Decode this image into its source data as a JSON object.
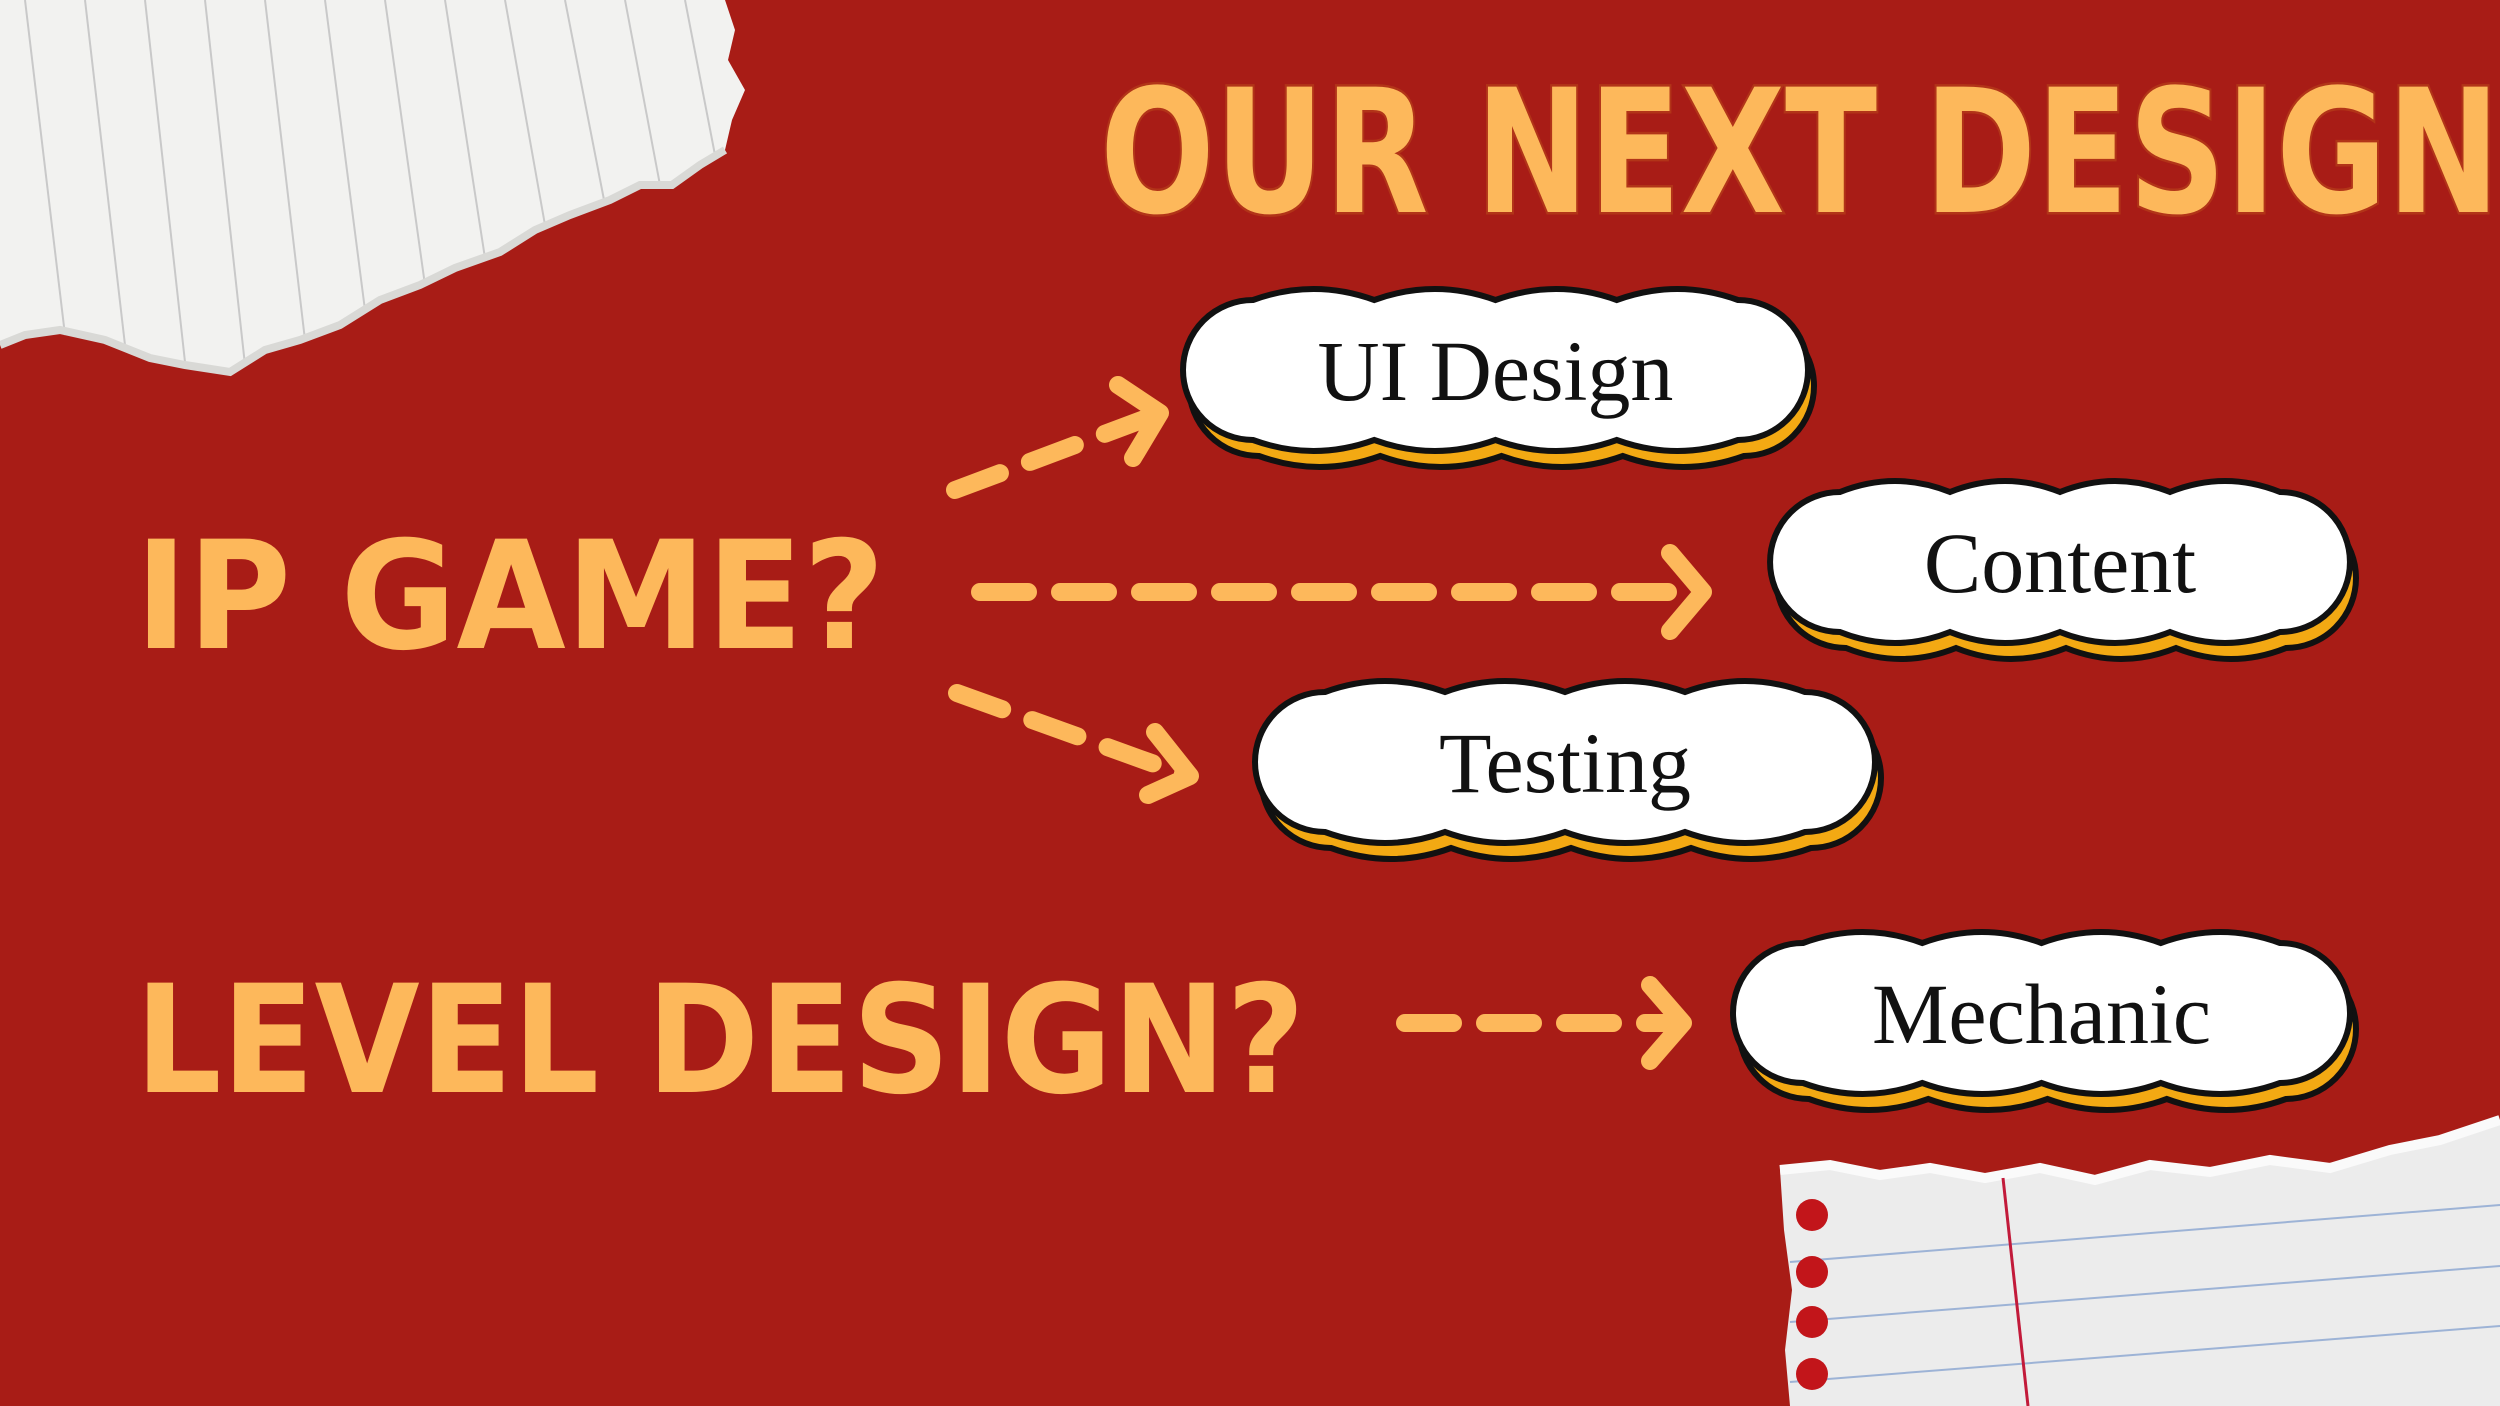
{
  "title": "OUR NEXT DESIGN",
  "questions": [
    {
      "text": "IP GAME?"
    },
    {
      "text": "LEVEL DESIGN?"
    }
  ],
  "bubbles": [
    {
      "label": "UI Design"
    },
    {
      "label": "Content"
    },
    {
      "label": "Testing"
    },
    {
      "label": "Mechanic"
    }
  ],
  "colors": {
    "background": "#a81c16",
    "accent": "#fdb85b",
    "title_outline": "#b23418",
    "bubble_fill": "#ffffff",
    "bubble_shadow": "#f3a913",
    "ink": "#111111"
  }
}
